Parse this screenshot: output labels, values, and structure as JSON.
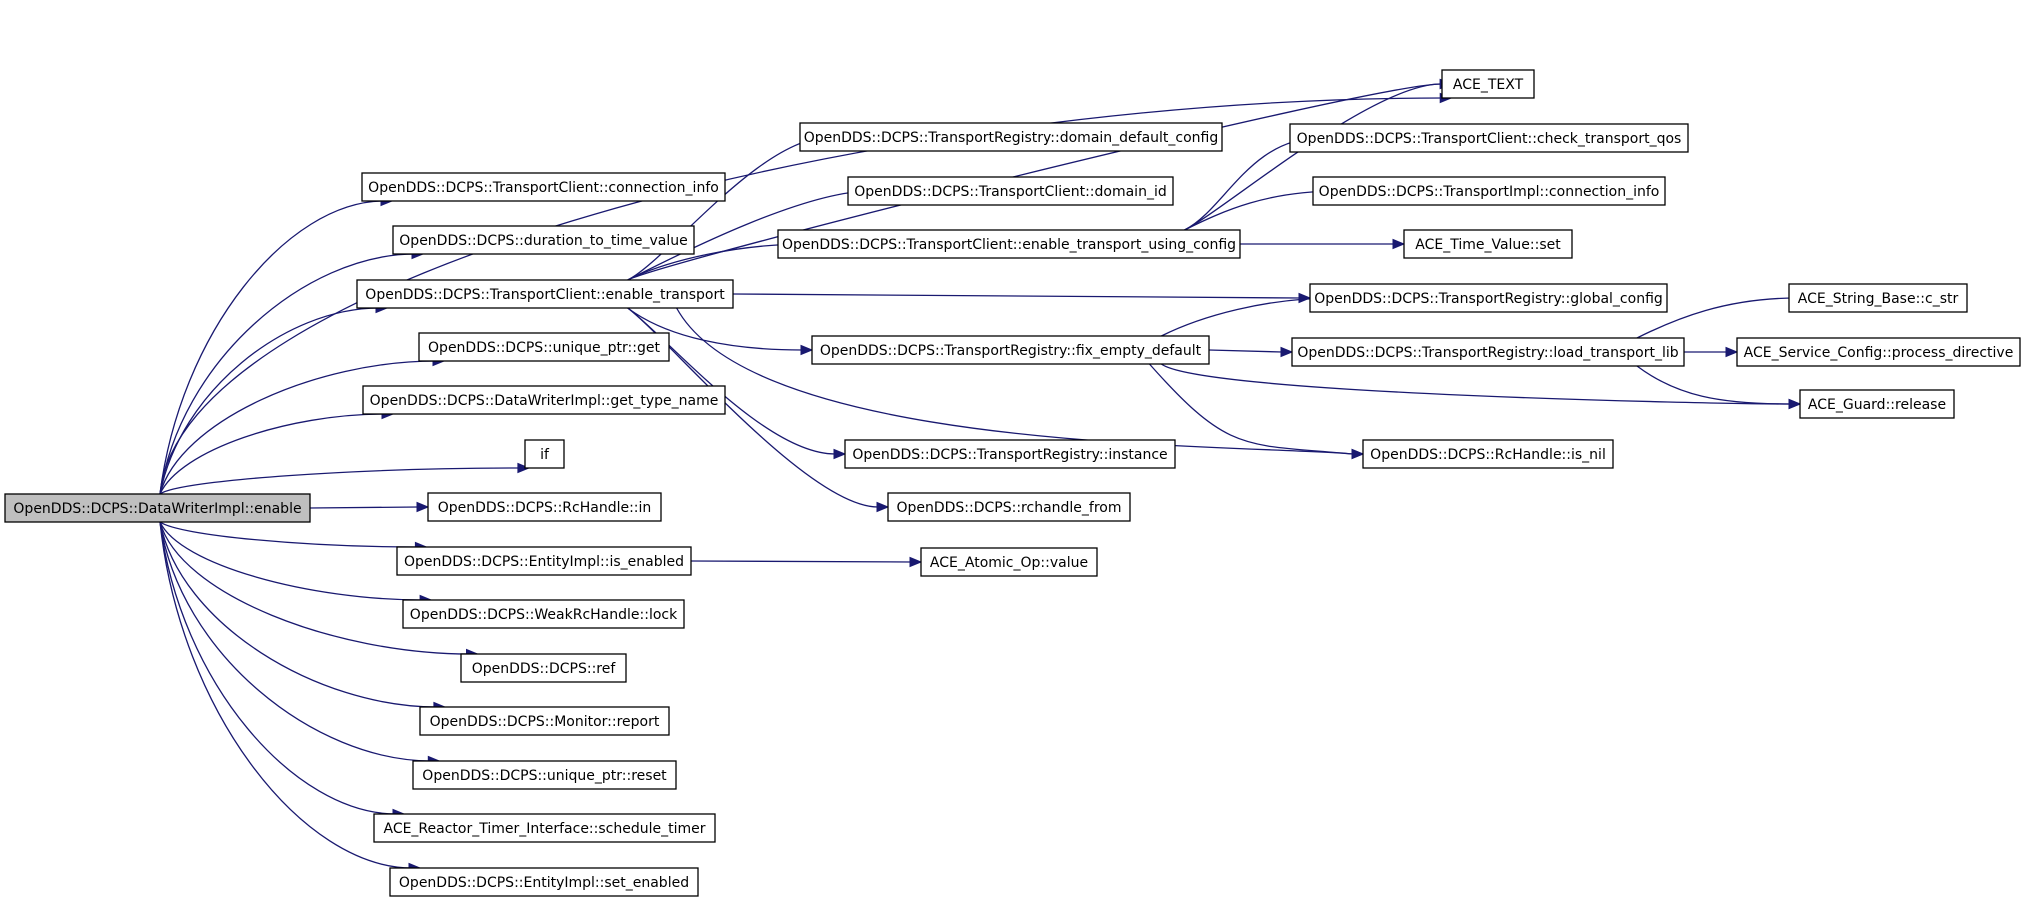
{
  "diagram": {
    "root_id": "enable",
    "nodes": [
      {
        "id": "enable",
        "label": "OpenDDS::DCPS::DataWriterImpl::enable",
        "root": true
      },
      {
        "id": "ace_text",
        "label": "ACE_TEXT"
      },
      {
        "id": "tc_connection_info",
        "label": "OpenDDS::DCPS::TransportClient::connection_info"
      },
      {
        "id": "duration_to_time_value",
        "label": "OpenDDS::DCPS::duration_to_time_value"
      },
      {
        "id": "tc_enable_transport",
        "label": "OpenDDS::DCPS::TransportClient::enable_transport"
      },
      {
        "id": "up_get",
        "label": "OpenDDS::DCPS::unique_ptr::get"
      },
      {
        "id": "get_type_name",
        "label": "OpenDDS::DCPS::DataWriterImpl::get_type_name"
      },
      {
        "id": "if",
        "label": "if"
      },
      {
        "id": "rc_in",
        "label": "OpenDDS::DCPS::RcHandle::in"
      },
      {
        "id": "is_enabled",
        "label": "OpenDDS::DCPS::EntityImpl::is_enabled"
      },
      {
        "id": "weak_lock",
        "label": "OpenDDS::DCPS::WeakRcHandle::lock"
      },
      {
        "id": "ref",
        "label": "OpenDDS::DCPS::ref"
      },
      {
        "id": "monitor_report",
        "label": "OpenDDS::DCPS::Monitor::report"
      },
      {
        "id": "up_reset",
        "label": "OpenDDS::DCPS::unique_ptr::reset"
      },
      {
        "id": "schedule_timer",
        "label": "ACE_Reactor_Timer_Interface::schedule_timer"
      },
      {
        "id": "set_enabled",
        "label": "OpenDDS::DCPS::EntityImpl::set_enabled"
      },
      {
        "id": "tr_domain_default_config",
        "label": "OpenDDS::DCPS::TransportRegistry::domain_default_config"
      },
      {
        "id": "tc_domain_id",
        "label": "OpenDDS::DCPS::TransportClient::domain_id"
      },
      {
        "id": "tc_enable_transport_using_config",
        "label": "OpenDDS::DCPS::TransportClient::enable_transport_using_config"
      },
      {
        "id": "tr_fix_empty_default",
        "label": "OpenDDS::DCPS::TransportRegistry::fix_empty_default"
      },
      {
        "id": "tr_instance",
        "label": "OpenDDS::DCPS::TransportRegistry::instance"
      },
      {
        "id": "rchandle_from",
        "label": "OpenDDS::DCPS::rchandle_from"
      },
      {
        "id": "atomic_value",
        "label": "ACE_Atomic_Op::value"
      },
      {
        "id": "tc_check_transport_qos",
        "label": "OpenDDS::DCPS::TransportClient::check_transport_qos"
      },
      {
        "id": "ti_connection_info",
        "label": "OpenDDS::DCPS::TransportImpl::connection_info"
      },
      {
        "id": "time_value_set",
        "label": "ACE_Time_Value::set"
      },
      {
        "id": "tr_global_config",
        "label": "OpenDDS::DCPS::TransportRegistry::global_config"
      },
      {
        "id": "tr_load_transport_lib",
        "label": "OpenDDS::DCPS::TransportRegistry::load_transport_lib"
      },
      {
        "id": "rc_is_nil",
        "label": "OpenDDS::DCPS::RcHandle::is_nil"
      },
      {
        "id": "string_c_str",
        "label": "ACE_String_Base::c_str"
      },
      {
        "id": "process_directive",
        "label": "ACE_Service_Config::process_directive"
      },
      {
        "id": "guard_release",
        "label": "ACE_Guard::release"
      }
    ],
    "edges": [
      [
        "enable",
        "ace_text"
      ],
      [
        "enable",
        "tc_connection_info"
      ],
      [
        "enable",
        "duration_to_time_value"
      ],
      [
        "enable",
        "tc_enable_transport"
      ],
      [
        "enable",
        "up_get"
      ],
      [
        "enable",
        "get_type_name"
      ],
      [
        "enable",
        "if"
      ],
      [
        "enable",
        "rc_in"
      ],
      [
        "enable",
        "is_enabled"
      ],
      [
        "enable",
        "weak_lock"
      ],
      [
        "enable",
        "ref"
      ],
      [
        "enable",
        "monitor_report"
      ],
      [
        "enable",
        "up_reset"
      ],
      [
        "enable",
        "schedule_timer"
      ],
      [
        "enable",
        "set_enabled"
      ],
      [
        "tc_enable_transport",
        "ace_text"
      ],
      [
        "tc_enable_transport",
        "tr_domain_default_config"
      ],
      [
        "tc_enable_transport",
        "tc_domain_id"
      ],
      [
        "tc_enable_transport",
        "tc_enable_transport_using_config"
      ],
      [
        "tc_enable_transport",
        "tr_global_config"
      ],
      [
        "tc_enable_transport",
        "tr_fix_empty_default"
      ],
      [
        "tc_enable_transport",
        "rc_is_nil"
      ],
      [
        "tc_enable_transport",
        "tr_instance"
      ],
      [
        "tc_enable_transport",
        "rchandle_from"
      ],
      [
        "is_enabled",
        "atomic_value"
      ],
      [
        "tc_enable_transport_using_config",
        "ace_text"
      ],
      [
        "tc_enable_transport_using_config",
        "tc_check_transport_qos"
      ],
      [
        "tc_enable_transport_using_config",
        "ti_connection_info"
      ],
      [
        "tc_enable_transport_using_config",
        "time_value_set"
      ],
      [
        "tr_fix_empty_default",
        "tr_global_config"
      ],
      [
        "tr_fix_empty_default",
        "tr_load_transport_lib"
      ],
      [
        "tr_fix_empty_default",
        "guard_release"
      ],
      [
        "tr_fix_empty_default",
        "rc_is_nil"
      ],
      [
        "tr_load_transport_lib",
        "string_c_str"
      ],
      [
        "tr_load_transport_lib",
        "process_directive"
      ],
      [
        "tr_load_transport_lib",
        "guard_release"
      ]
    ],
    "colors": {
      "edge": "#191970",
      "root_fill": "#bfbfbf",
      "node_fill": "#ffffff",
      "node_border": "#000000"
    }
  }
}
